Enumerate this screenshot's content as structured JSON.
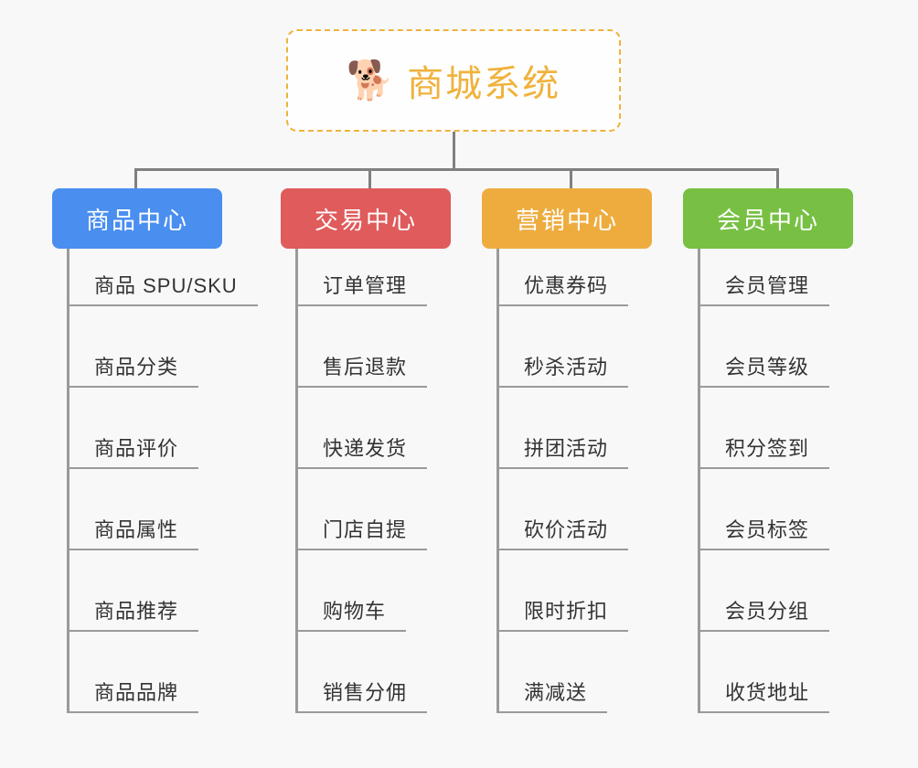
{
  "background_color": "#f8f8f8",
  "root": {
    "icon": "shiba-dog-face-emoji",
    "emoji": "🐕",
    "title": "商城系统",
    "title_color": "#f0b23c",
    "border_color": "#f0b23c"
  },
  "connector_color": "#808080",
  "spine_color": "#9a9a9a",
  "rule_color": "#9a9a9a",
  "leaf_text_color": "#333333",
  "columns": [
    {
      "id": "product-center",
      "label": "商品中心",
      "color": "#4a8ef0",
      "leaves": [
        "商品 SPU/SKU",
        "商品分类",
        "商品评价",
        "商品属性",
        "商品推荐",
        "商品品牌"
      ]
    },
    {
      "id": "trade-center",
      "label": "交易中心",
      "color": "#e05b5b",
      "leaves": [
        "订单管理",
        "售后退款",
        "快递发货",
        "门店自提",
        "购物车",
        "销售分佣"
      ]
    },
    {
      "id": "marketing-center",
      "label": "营销中心",
      "color": "#eeac3f",
      "leaves": [
        "优惠券码",
        "秒杀活动",
        "拼团活动",
        "砍价活动",
        "限时折扣",
        "满减送"
      ]
    },
    {
      "id": "member-center",
      "label": "会员中心",
      "color": "#77c043",
      "leaves": [
        "会员管理",
        "会员等级",
        "积分签到",
        "会员标签",
        "会员分组",
        "收货地址"
      ]
    }
  ]
}
